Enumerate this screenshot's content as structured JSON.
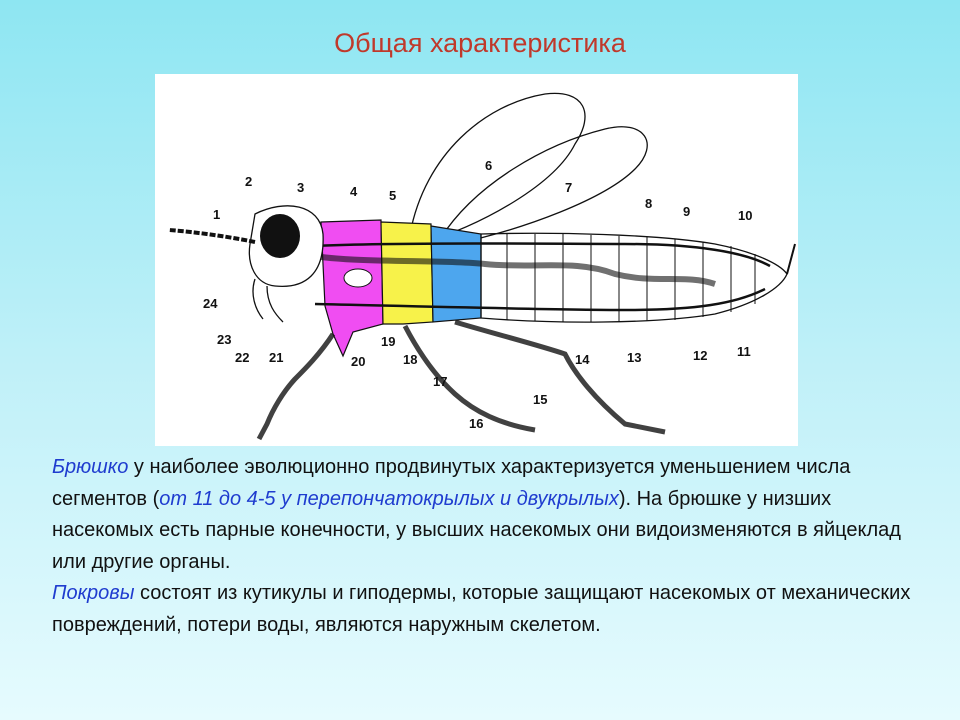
{
  "title": "Общая характеристика",
  "diagram": {
    "labels": [
      "1",
      "2",
      "3",
      "4",
      "5",
      "6",
      "7",
      "8",
      "9",
      "10",
      "11",
      "12",
      "13",
      "14",
      "15",
      "16",
      "17",
      "18",
      "19",
      "20",
      "21",
      "22",
      "23",
      "24"
    ],
    "colors": {
      "head_segment": "#f04df2",
      "thorax_segment": "#f7f24a",
      "abdomen_segment": "#4da6ee",
      "line": "#111111"
    }
  },
  "paragraph1": {
    "term": "Брюшко",
    "text_a": " у наиболее эволюционно продвинутых характеризуется уменьшением числа сегментов (",
    "aside": "от 11 до 4-5 у перепончатокрылых и двукрылых",
    "text_b": "). На брюшке у низших насекомых есть парные конечности, у высших насекомых они видоизменяются в яйцеклад или другие органы."
  },
  "paragraph2": {
    "term": "Покровы",
    "text": " состоят из кутикулы и гиподермы, которые защищают насекомых от механических повреждений, потери воды, являются наружным скелетом."
  }
}
